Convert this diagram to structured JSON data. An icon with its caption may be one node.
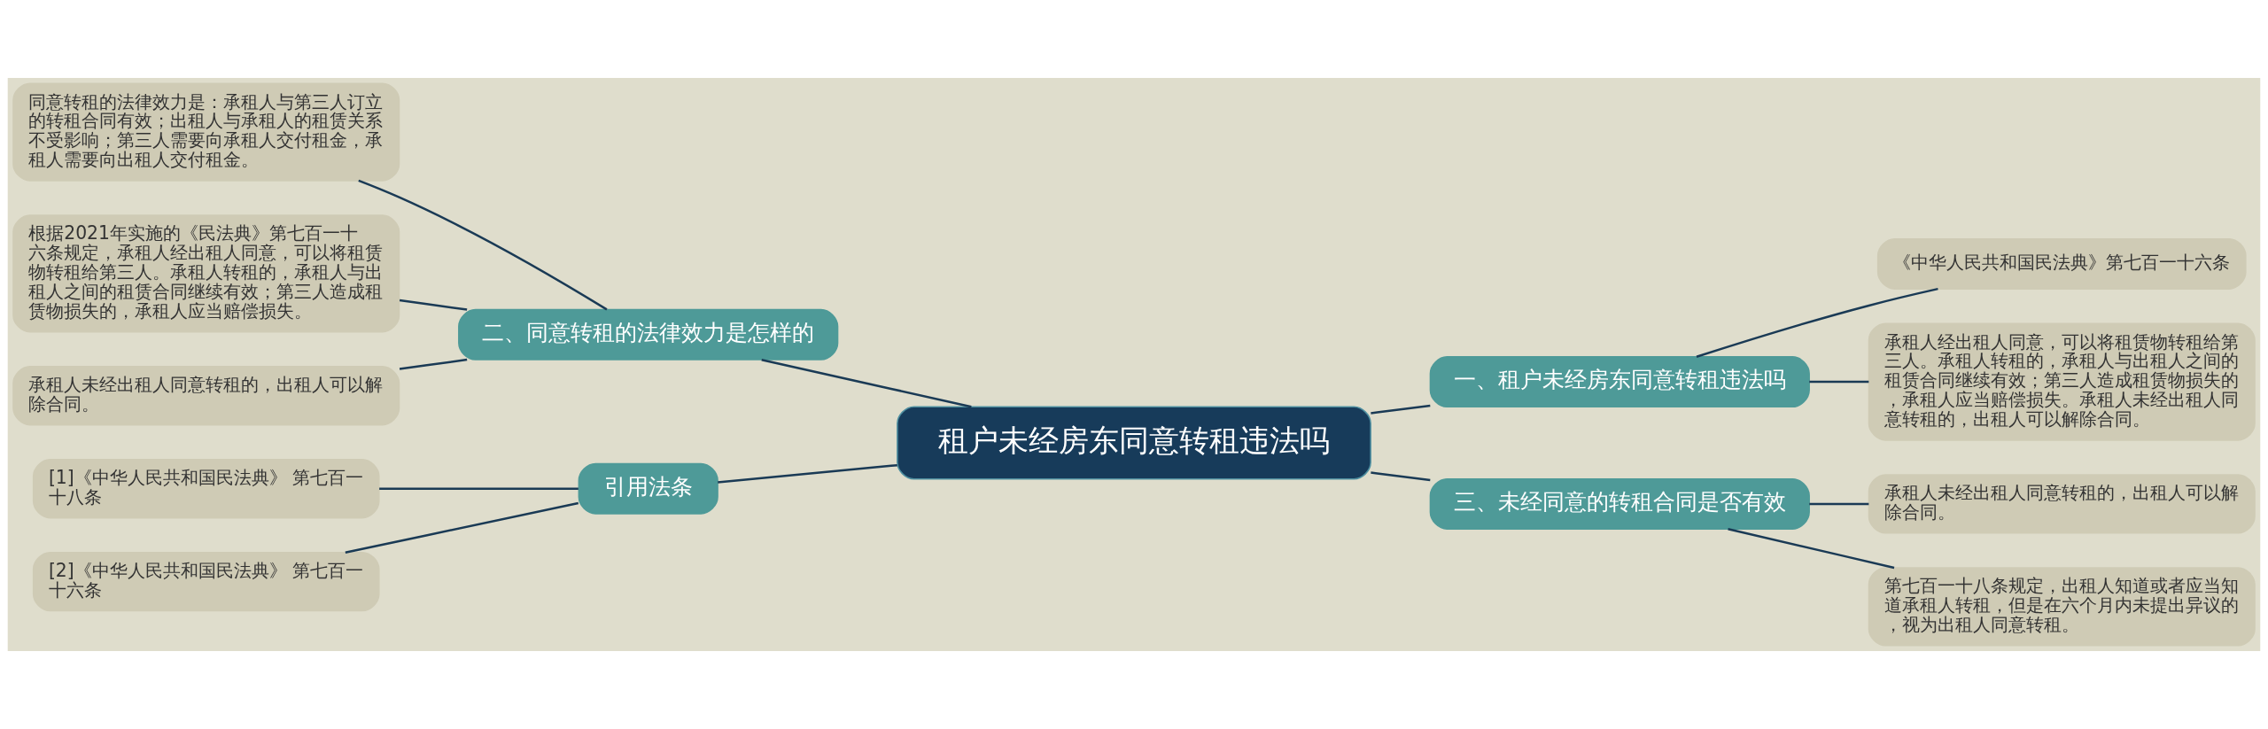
{
  "diagram": {
    "nodes": [
      {
        "text": [
          "租户未经房东同意转租违法吗"
        ]
      },
      {
        "text": [
          "二、同意转租的法律效力是怎样的"
        ]
      },
      {
        "text": [
          "同意转租的法律效力是：承租人与第三人订立的转租合同有效；出租人与承租人的租赁关系不受影响；第三人需要向承租人交付租金，承租人需要向出租人交付租金。"
        ]
      },
      {
        "text": [
          "根据2021年实施的《民法典》第七百一十六条规定，承租人经出租人同意，可以将租赁物转租给第三人。承租人转租的，承租人与出租人之间的租赁合同继续有效；第三人造成租赁物损失的，承租人应当赔偿损失。"
        ]
      },
      {
        "text": [
          "承租人未经出租人同意转租的，出租人可以解除合同。"
        ]
      },
      {
        "text": [
          "一、租户未经房东同意转租违法吗"
        ]
      },
      {
        "text": [
          "《中华人民共和国民法典》第七百一十六条"
        ]
      },
      {
        "text": [
          "承租人经出租人同意，可以将租赁物转租给第三人。承租人转租的，承租人与出租人之间的租赁合同继续有效；第三人造成租赁物损失的，承租人应当赔偿损失。承租人未经出租人同意转租的，出租人可以解除合同。"
        ]
      },
      {
        "text": [
          "引用法条"
        ]
      },
      {
        "text": [
          "[1]《中华人民共和国民法典》 第七百一十八条"
        ]
      },
      {
        "text": [
          "[2]《中华人民共和国民法典》 第七百一十六条"
        ]
      },
      {
        "text": [
          "三、未经同意的转租合同是否有效"
        ]
      },
      {
        "text": [
          "承租人未经出租人同意转租的，出租人可以解除合同。"
        ]
      },
      {
        "text": [
          "第七百一十八条规定，出租人知道或者应当知道承租人转租，但是在六个月内未提出异议的，视为出租人同意转租。"
        ]
      }
    ],
    "edges": [
      {
        "from": 0,
        "to": 1,
        "arrow": "none"
      },
      {
        "from": 1,
        "to": 2,
        "arrow": "none"
      },
      {
        "from": 1,
        "to": 3,
        "arrow": "none"
      },
      {
        "from": 1,
        "to": 4,
        "arrow": "none"
      },
      {
        "from": 0,
        "to": 5,
        "arrow": "none"
      },
      {
        "from": 5,
        "to": 6,
        "arrow": "none"
      },
      {
        "from": 5,
        "to": 7,
        "arrow": "none"
      },
      {
        "from": 0,
        "to": 8,
        "arrow": "none"
      },
      {
        "from": 8,
        "to": 9,
        "arrow": "none"
      },
      {
        "from": 8,
        "to": 10,
        "arrow": "none"
      },
      {
        "from": 0,
        "to": 11,
        "arrow": "none"
      },
      {
        "from": 11,
        "to": 12,
        "arrow": "none"
      },
      {
        "from": 11,
        "to": 13,
        "arrow": "none"
      }
    ]
  }
}
